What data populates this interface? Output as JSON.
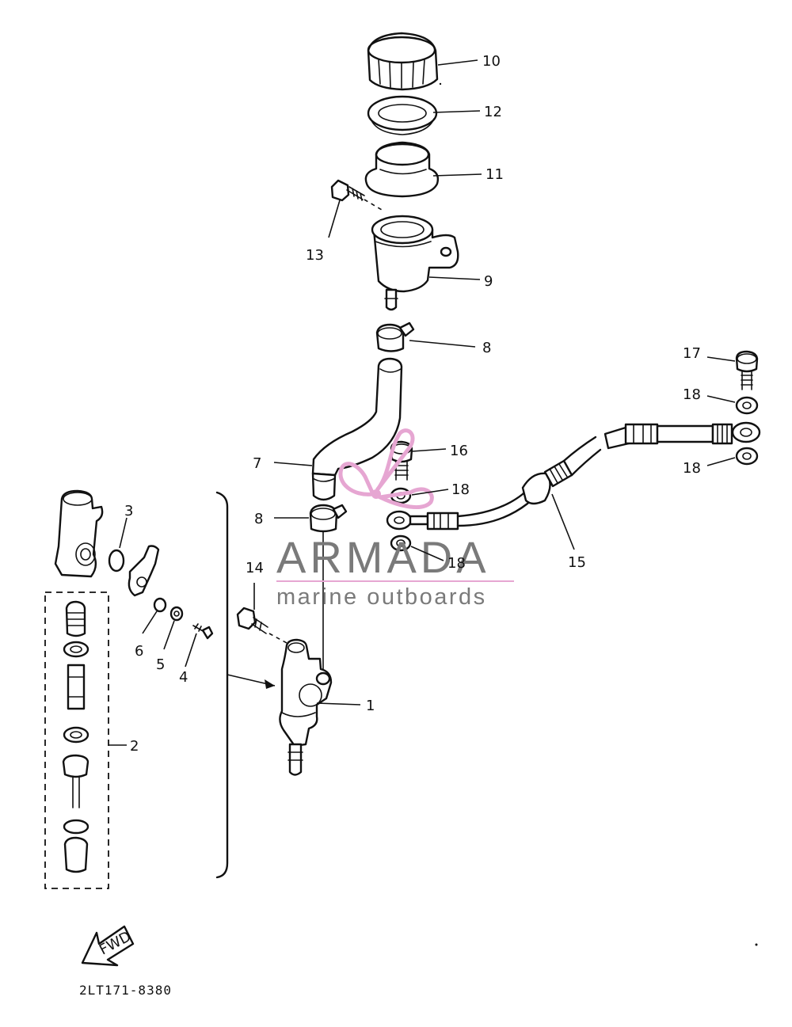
{
  "callouts": {
    "c1": "1",
    "c2": "2",
    "c3": "3",
    "c4": "4",
    "c5": "5",
    "c6": "6",
    "c7": "7",
    "c8a": "8",
    "c8b": "8",
    "c9": "9",
    "c10": "10",
    "c11": "11",
    "c12": "12",
    "c13": "13",
    "c14": "14",
    "c15": "15",
    "c16": "16",
    "c17": "17",
    "c18a": "18",
    "c18b": "18",
    "c18c": "18",
    "c18d": "18"
  },
  "fwd_arrow_text": "FWD",
  "diagram_code": "2LT171-8380",
  "watermark": {
    "brand": "ARMADA",
    "tagline": "marine outboards",
    "brand_color": "#7a7a7a",
    "logo_color": "#e6a6d2",
    "tagline_color": "#7a7a7a"
  }
}
